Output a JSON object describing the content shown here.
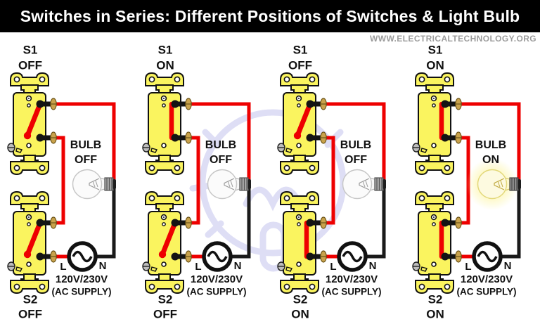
{
  "title": "Switches in Series: Different Positions of Switches & Light Bulb",
  "website": "WWW.ELECTRICALTECHNOLOGY.ORG",
  "colors": {
    "title_bg": "#000000",
    "title_text": "#ffffff",
    "wire_live": "#ee0000",
    "wire_neutral": "#1a1a1a",
    "switch_body": "#faf45f",
    "terminal_brass": "#c9a24b",
    "bulb_glow": "#fbf3a0",
    "watermark_bulb": "#d9d9f4",
    "website_text": "#9b9b9b"
  },
  "source": {
    "live_label": "L",
    "neutral_label": "N",
    "voltage": "120V/230V",
    "supply": "(AC SUPPLY)"
  },
  "panels": [
    {
      "s1": {
        "label": "S1",
        "state": "OFF",
        "on": false
      },
      "s2": {
        "label": "S2",
        "state": "OFF",
        "on": false
      },
      "bulb": {
        "label": "BULB",
        "state": "OFF",
        "on": false
      }
    },
    {
      "s1": {
        "label": "S1",
        "state": "ON",
        "on": true
      },
      "s2": {
        "label": "S2",
        "state": "OFF",
        "on": false
      },
      "bulb": {
        "label": "BULB",
        "state": "OFF",
        "on": false
      }
    },
    {
      "s1": {
        "label": "S1",
        "state": "OFF",
        "on": false
      },
      "s2": {
        "label": "S2",
        "state": "ON",
        "on": true
      },
      "bulb": {
        "label": "BULB",
        "state": "OFF",
        "on": false
      }
    },
    {
      "s1": {
        "label": "S1",
        "state": "ON",
        "on": true
      },
      "s2": {
        "label": "S2",
        "state": "ON",
        "on": true
      },
      "bulb": {
        "label": "BULB",
        "state": "ON",
        "on": true
      }
    }
  ]
}
